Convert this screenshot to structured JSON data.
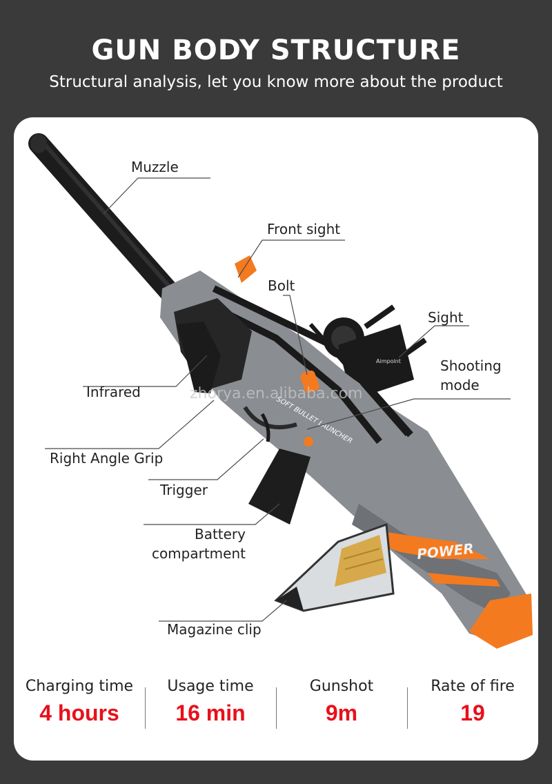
{
  "header": {
    "title": "GUN BODY STRUCTURE",
    "subtitle": "Structural analysis, let you know more about the product"
  },
  "watermark": "zhorya.en.alibaba.com",
  "product_decal": {
    "power": "POWER",
    "brand": "Aimpoint",
    "side_text": "SOFT BULLET LAUNCHER"
  },
  "callouts": {
    "muzzle": "Muzzle",
    "front_sight": "Front sight",
    "bolt": "Bolt",
    "sight": "Sight",
    "shooting_mode_1": "Shooting",
    "shooting_mode_2": "mode",
    "infrared": "Infrared",
    "right_angle_grip": "Right Angle Grip",
    "trigger": "Trigger",
    "battery_1": "Battery",
    "battery_2": "compartment",
    "magazine_clip": "Magazine clip"
  },
  "specs": [
    {
      "label": "Charging time",
      "value": "4 hours"
    },
    {
      "label": "Usage time",
      "value": "16 min"
    },
    {
      "label": "Gunshot",
      "value": "9m"
    },
    {
      "label": "Rate of fire",
      "value": "19"
    }
  ],
  "colors": {
    "background": "#3a3a3a",
    "accent_orange": "#f47a20",
    "value_red": "#e8101a",
    "body_gray": "#8a8d91"
  }
}
